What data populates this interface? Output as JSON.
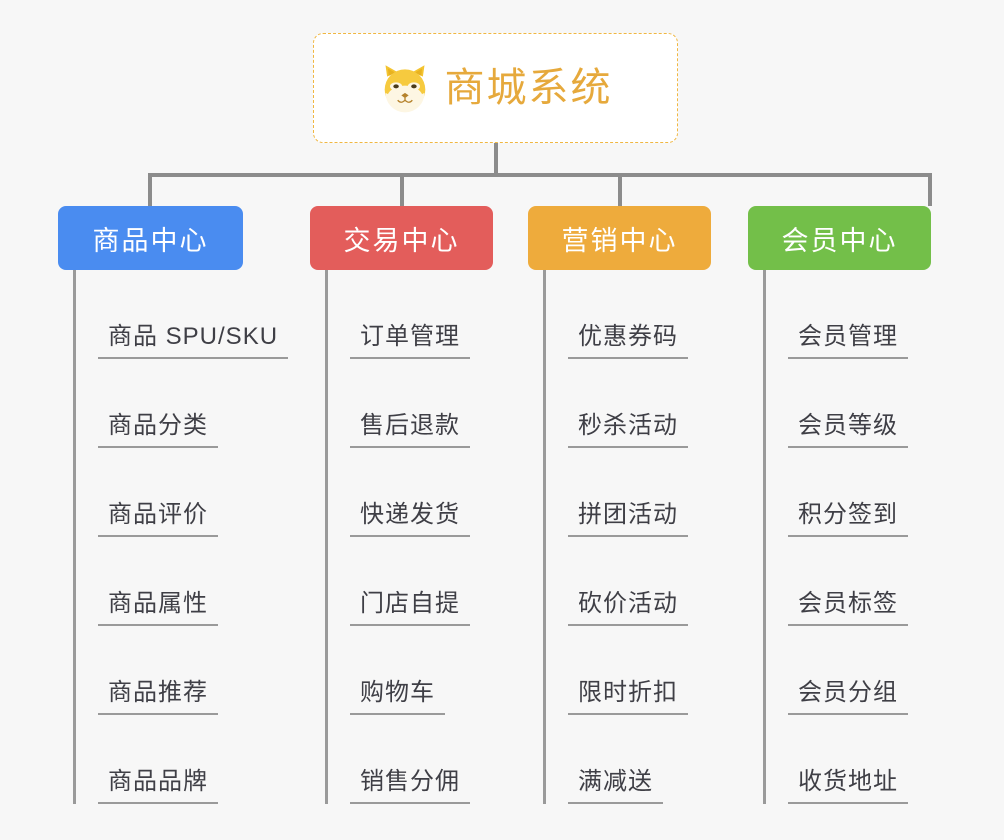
{
  "page": {
    "background_color": "#f7f7f7",
    "connector_color": "#8c8c8c"
  },
  "root": {
    "title": "商城系统",
    "icon": "shiba-dog-face-emoji",
    "title_color": "#e6a93c",
    "border_color": "#f0b742",
    "background_color": "#ffffff"
  },
  "columns": [
    {
      "header": "商品中心",
      "color": "#4a8cf0",
      "items": [
        "商品 SPU/SKU",
        "商品分类",
        "商品评价",
        "商品属性",
        "商品推荐",
        "商品品牌"
      ]
    },
    {
      "header": "交易中心",
      "color": "#e35d5b",
      "items": [
        "订单管理",
        "售后退款",
        "快递发货",
        "门店自提",
        "购物车",
        "销售分佣"
      ]
    },
    {
      "header": "营销中心",
      "color": "#eeab3c",
      "items": [
        "优惠券码",
        "秒杀活动",
        "拼团活动",
        "砍价活动",
        "限时折扣",
        "满减送"
      ]
    },
    {
      "header": "会员中心",
      "color": "#73bf49",
      "items": [
        "会员管理",
        "会员等级",
        "积分签到",
        "会员标签",
        "会员分组",
        "收货地址"
      ]
    }
  ]
}
